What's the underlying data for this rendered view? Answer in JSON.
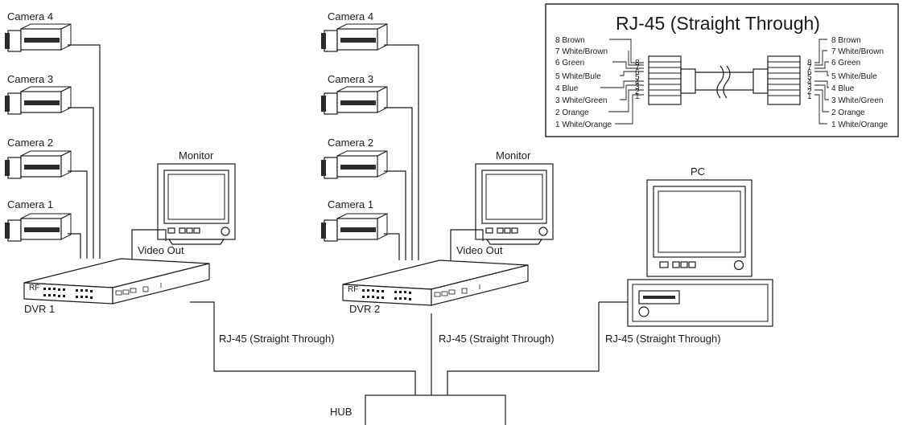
{
  "diagram": {
    "cameras_left": [
      "Camera 4",
      "Camera 3",
      "Camera 2",
      "Camera 1"
    ],
    "cameras_right": [
      "Camera 4",
      "Camera 3",
      "Camera 2",
      "Camera 1"
    ],
    "monitor_label": "Monitor",
    "video_out_label": "Video Out",
    "dvr1_label": "DVR 1",
    "dvr2_label": "DVR 2",
    "pc_label": "PC",
    "hub_label": "HUB",
    "cable_label": "RJ-45 (Straight Through)",
    "rj45_box": {
      "title": "RJ-45 (Straight Through)",
      "left_wires": [
        "8 Brown",
        "7 White/Brown",
        "6 Green",
        "5 White/Bule",
        "4 Blue",
        "3 White/Green",
        "2 Orange",
        "1 White/Orange"
      ],
      "right_wires": [
        "8 Brown",
        "7 White/Brown",
        "6 Green",
        "5 White/Bule",
        "4 Blue",
        "3 White/Green",
        "2 Orange",
        "1 White/Orange"
      ],
      "pin_numbers": [
        "8",
        "7",
        "6",
        "5",
        "4",
        "3",
        "2",
        "1"
      ]
    }
  }
}
